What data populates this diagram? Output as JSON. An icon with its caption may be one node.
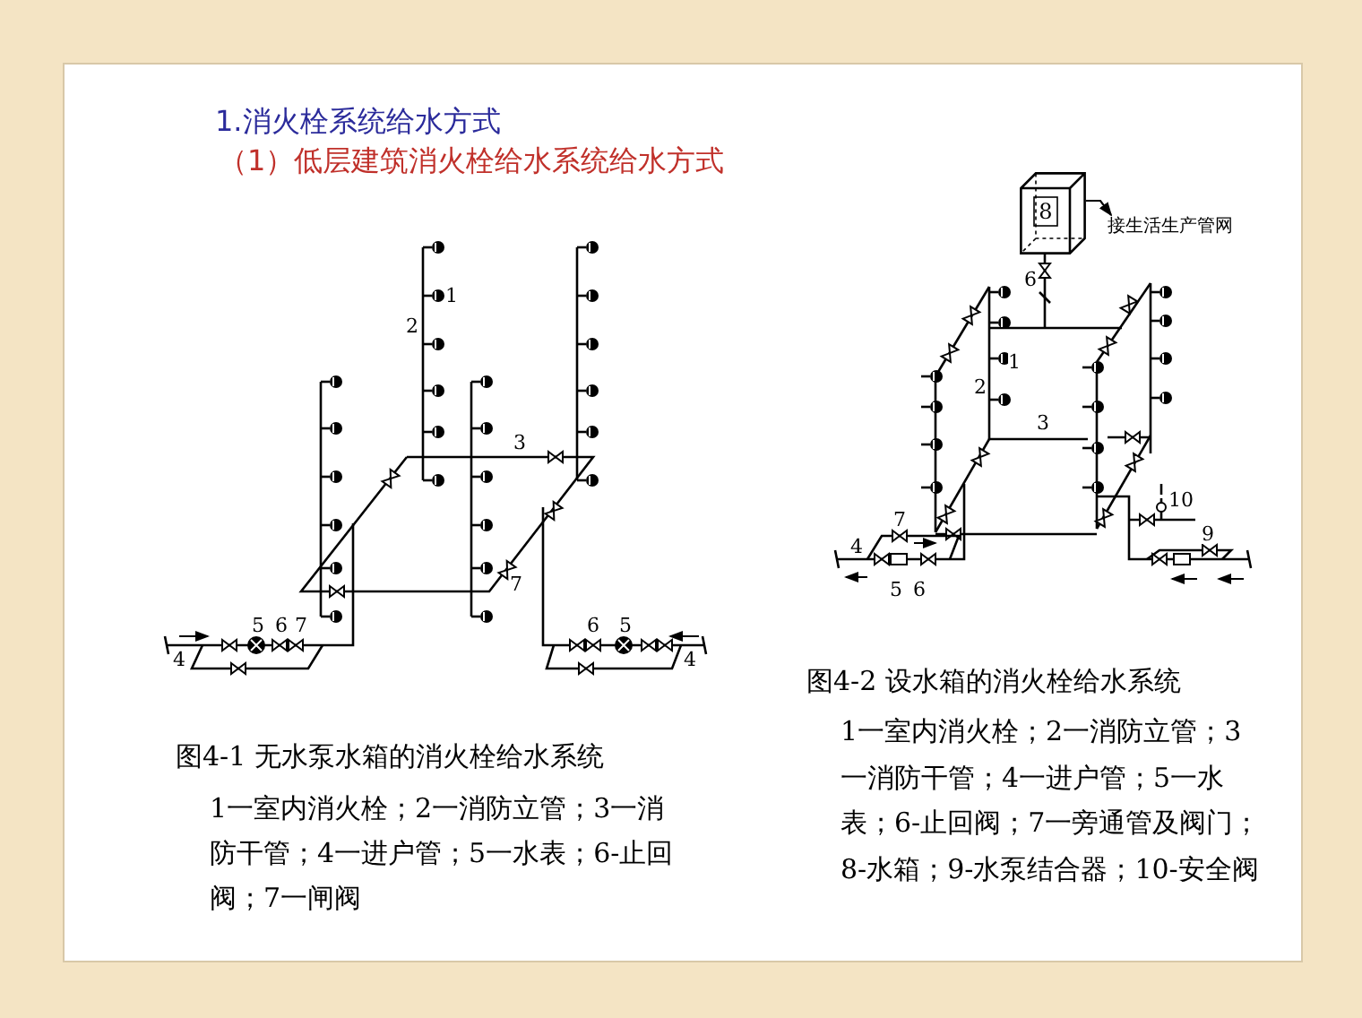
{
  "diagram": {
    "title": "1.消火栓系统给水方式",
    "nodes": [
      {
        "text": [
          "8"
        ]
      },
      {
        "text": [
          "接生活生产管网"
        ]
      }
    ],
    "edges": [
      {
        "from": 0,
        "to": 1,
        "arrow": "to"
      }
    ],
    "labels": [
      "（1）低层建筑消火栓给水系统给水方式",
      "1",
      "2",
      "3",
      "5",
      "6",
      "7",
      "7",
      "6",
      "5",
      "4",
      "4",
      "6",
      "1",
      "2",
      "3",
      "10",
      "7",
      "9",
      "4",
      "5",
      "6",
      "图4-1 无水泵水箱的消火栓给水系统",
      "1一室内消火栓；2一消防立管；3一消防干管；4一进户管；5一水表；6-止回阀；7一闸阀",
      "图4-2 设水箱的消火栓给水系统",
      "1一室内消火栓；2一消防立管；3一消防干管；4一进户管；5一水表；6-止回阀；7一旁通管及阀门；8-水箱；9-水泵结合器；10-安全阀"
    ]
  }
}
